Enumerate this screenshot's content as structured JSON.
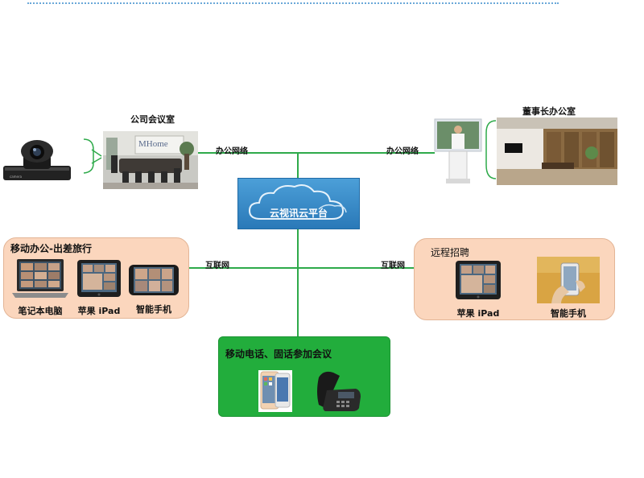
{
  "rooms": {
    "company_meeting_room": "公司会议室",
    "chairman_office": "董事长办公室"
  },
  "network_labels": {
    "office_network_left": "办公网络",
    "office_network_right": "办公网络",
    "internet_left": "互联网",
    "internet_right": "互联网"
  },
  "cloud": {
    "label": "云视讯云平台"
  },
  "meeting_room_photo": {
    "sign": "MHome"
  },
  "mobile_office": {
    "title": "移动办公-出差旅行",
    "devices": [
      "笔记本电脑",
      "苹果 iPad",
      "智能手机"
    ]
  },
  "remote_recruit": {
    "title": "远程招聘",
    "devices": [
      "苹果 iPad",
      "智能手机"
    ]
  },
  "phone_meeting": {
    "title": "移动电话、固话参加会议"
  },
  "colors": {
    "line": "#2eaa4a",
    "peach_panel": "#fbd6bd",
    "green_panel": "#22ad3c",
    "cloud_blue": "#3a8fcf"
  }
}
